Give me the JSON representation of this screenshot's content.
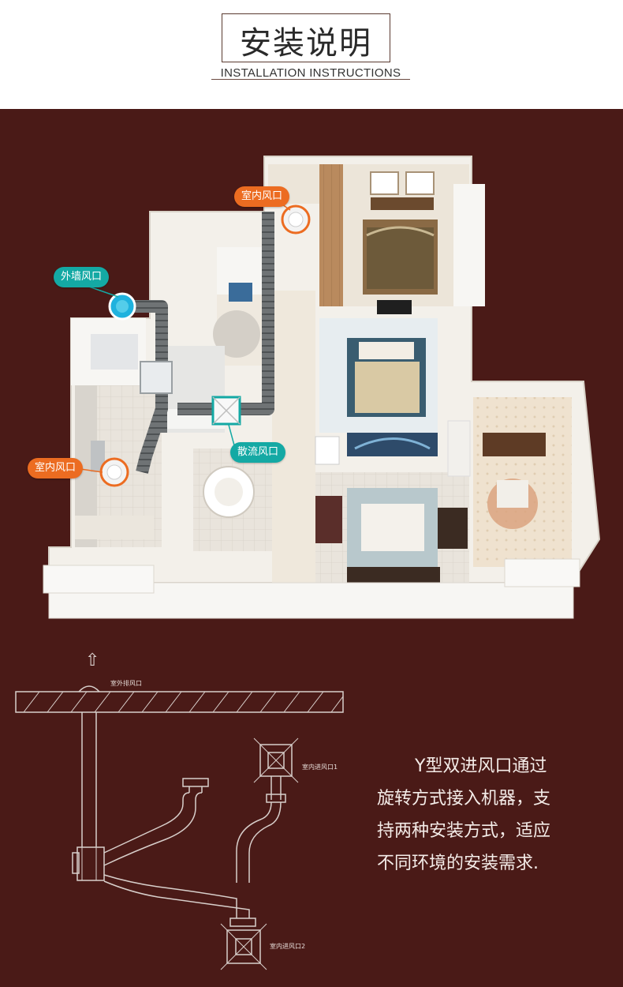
{
  "header": {
    "title": "安装说明",
    "subtitle": "INSTALLATION INSTRUCTIONS"
  },
  "floorplan": {
    "labels": {
      "indoor_vent_top": "室内风口",
      "outer_wall_vent": "外墙风口",
      "indoor_vent_left": "室内风口",
      "diffuser_vent": "散流风口"
    }
  },
  "diagram": {
    "outdoor_exhaust": "室外排风口",
    "indoor_inlet_1": "室内进风口1",
    "indoor_inlet_2": "室内进风口2"
  },
  "description": {
    "line1": "Y型双进风口通过",
    "line2": "旋转方式接入机器，支",
    "line3": "持两种安装方式，适应",
    "line4": "不同环境的安装需求."
  },
  "colors": {
    "panel_bg": "#4a1a17",
    "tag_orange": "#ec6c21",
    "tag_teal": "#14a9a4"
  }
}
